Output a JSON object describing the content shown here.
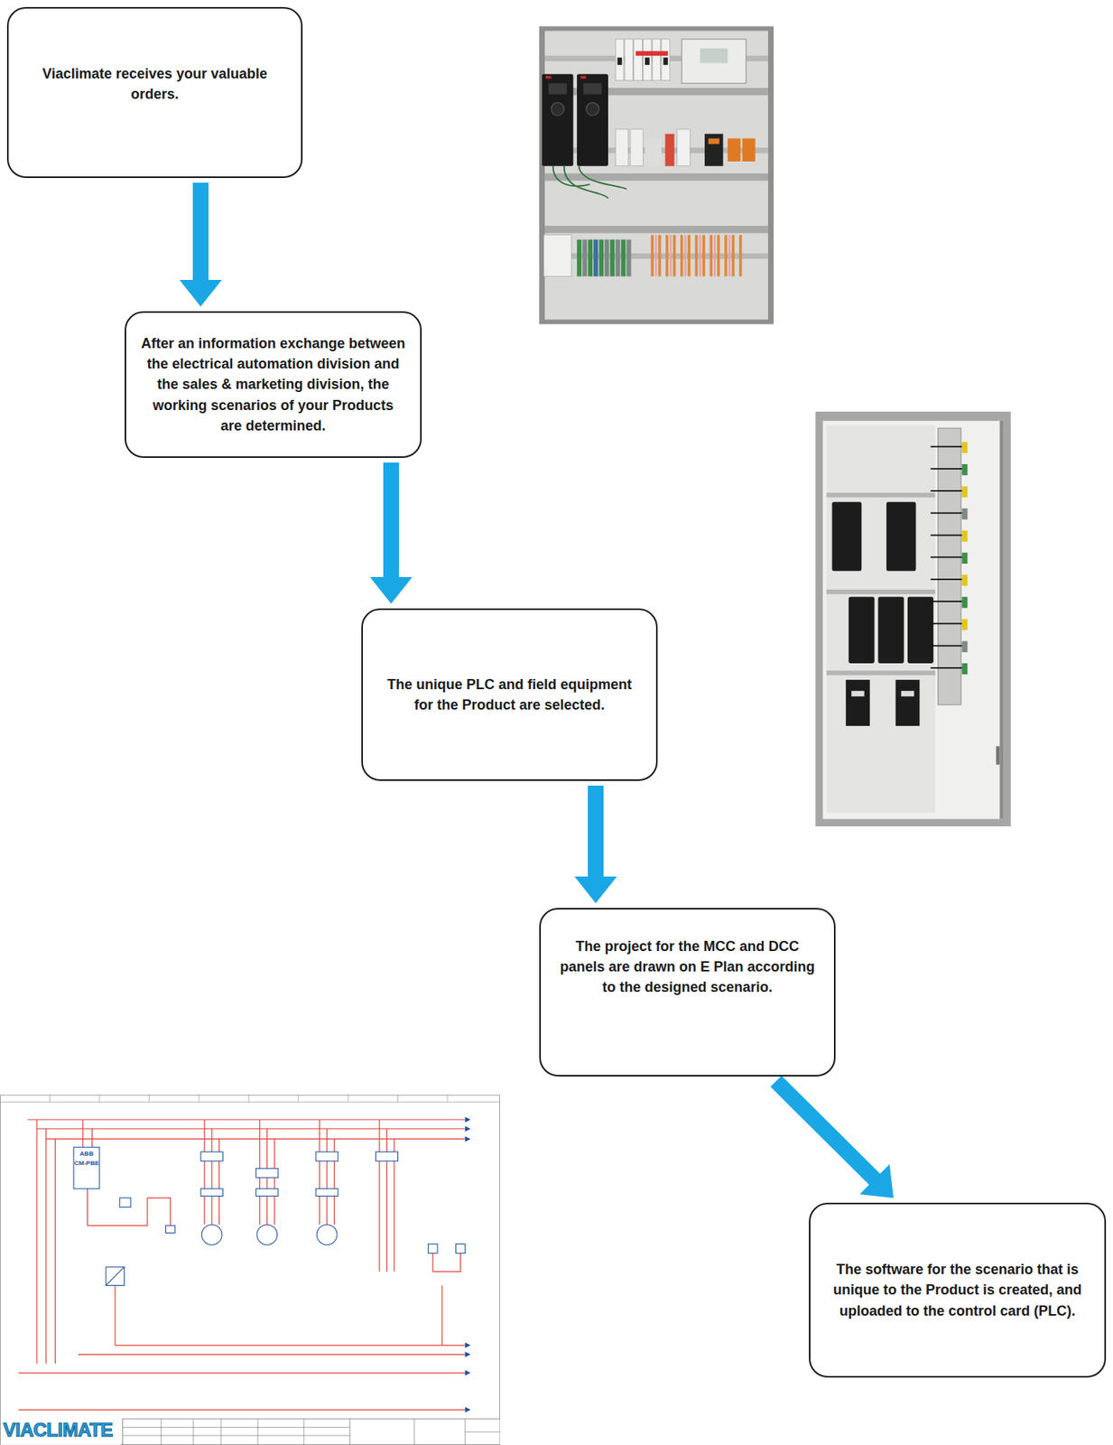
{
  "diagram": {
    "nodes": [
      {
        "text": [
          "Viaclimate receives your valuable orders."
        ]
      },
      {
        "text": [
          "After an information exchange between the electrical automation division and the sales & marketing division, the working scenarios of your Products are determined."
        ]
      },
      {
        "text": [
          "The unique PLC and field equipment for the Product are selected."
        ]
      },
      {
        "text": [
          "The project for the MCC and DCC panels are drawn on E Plan according to the designed scenario."
        ]
      },
      {
        "text": [
          "The software for the scenario that is unique to the Product is created, and uploaded to the control card (PLC)."
        ]
      }
    ],
    "edges": [
      {
        "from": 0,
        "to": 1,
        "arrow": "to"
      },
      {
        "from": 1,
        "to": 2,
        "arrow": "to"
      },
      {
        "from": 2,
        "to": 3,
        "arrow": "to"
      },
      {
        "from": 3,
        "to": 4,
        "arrow": "to"
      }
    ],
    "labels": [
      "ABB",
      "CM-PBE",
      "VIACLIMATE"
    ]
  }
}
